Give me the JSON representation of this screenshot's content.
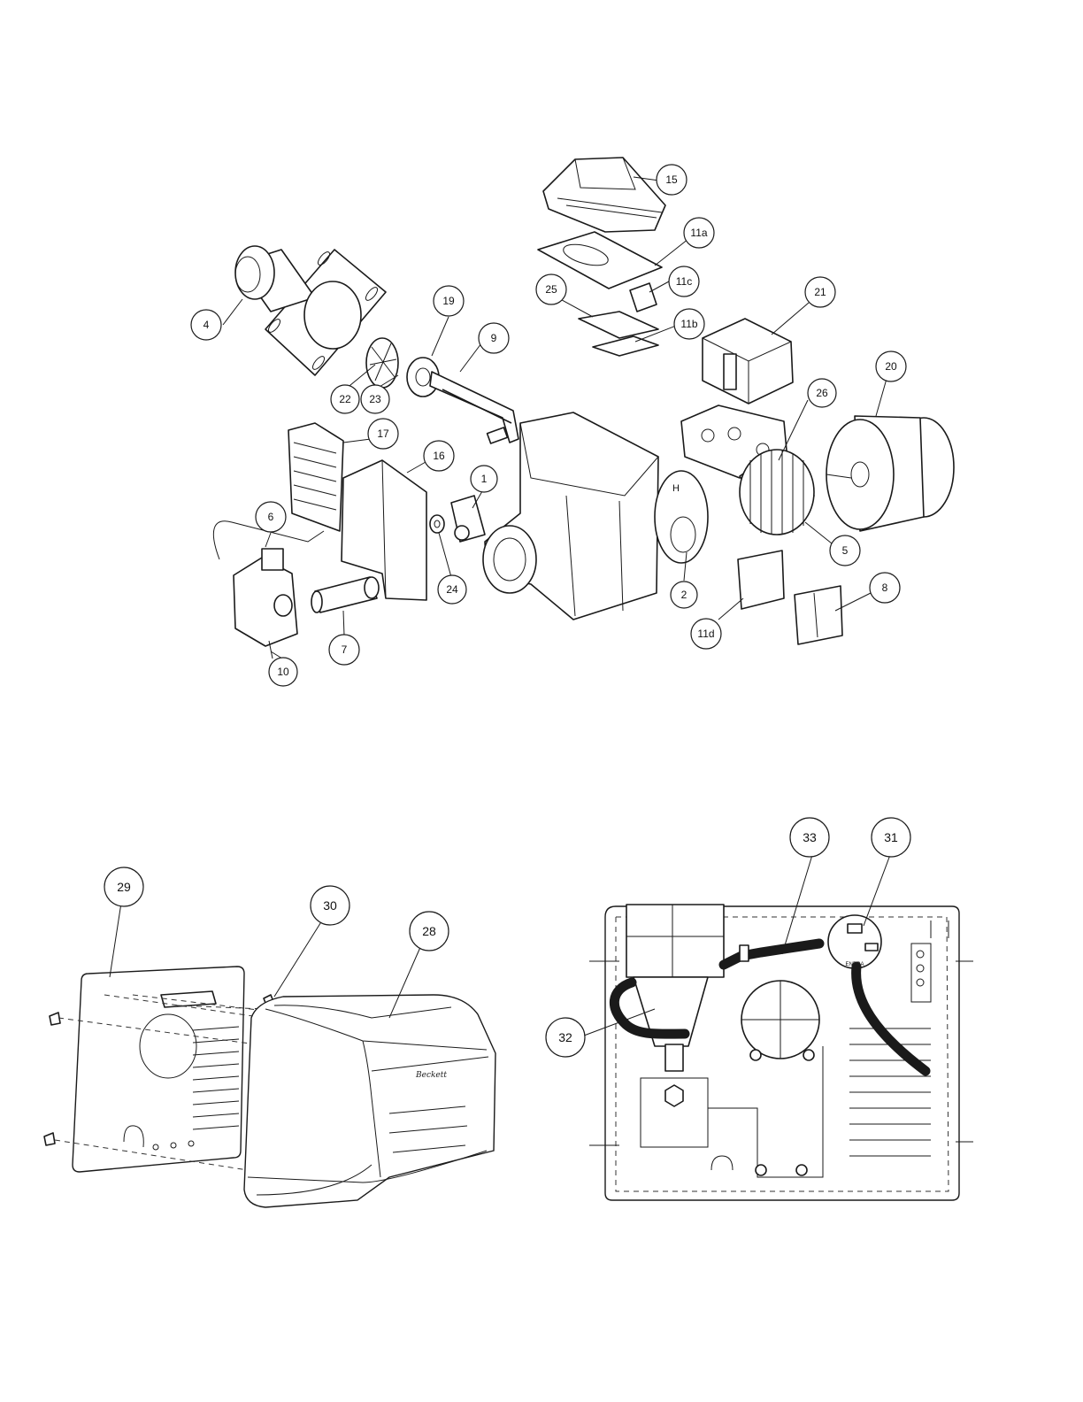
{
  "callouts": {
    "c1": "1",
    "c2": "2",
    "c4": "4",
    "c5": "5",
    "c6": "6",
    "c7": "7",
    "c8": "8",
    "c9": "9",
    "c10": "10",
    "c11a": "11a",
    "c11b": "11b",
    "c11c": "11c",
    "c11d": "11d",
    "c15": "15",
    "c16": "16",
    "c17": "17",
    "c19": "19",
    "c20": "20",
    "c21": "21",
    "c22": "22",
    "c23": "23",
    "c24": "24",
    "c25": "25",
    "c26": "26",
    "c28": "28",
    "c29": "29",
    "c30": "30",
    "c31": "31",
    "c32": "32",
    "c33": "33"
  },
  "cover_logo_text": "Beckett",
  "switch_label": "ENDRA",
  "housing_mark": "H"
}
